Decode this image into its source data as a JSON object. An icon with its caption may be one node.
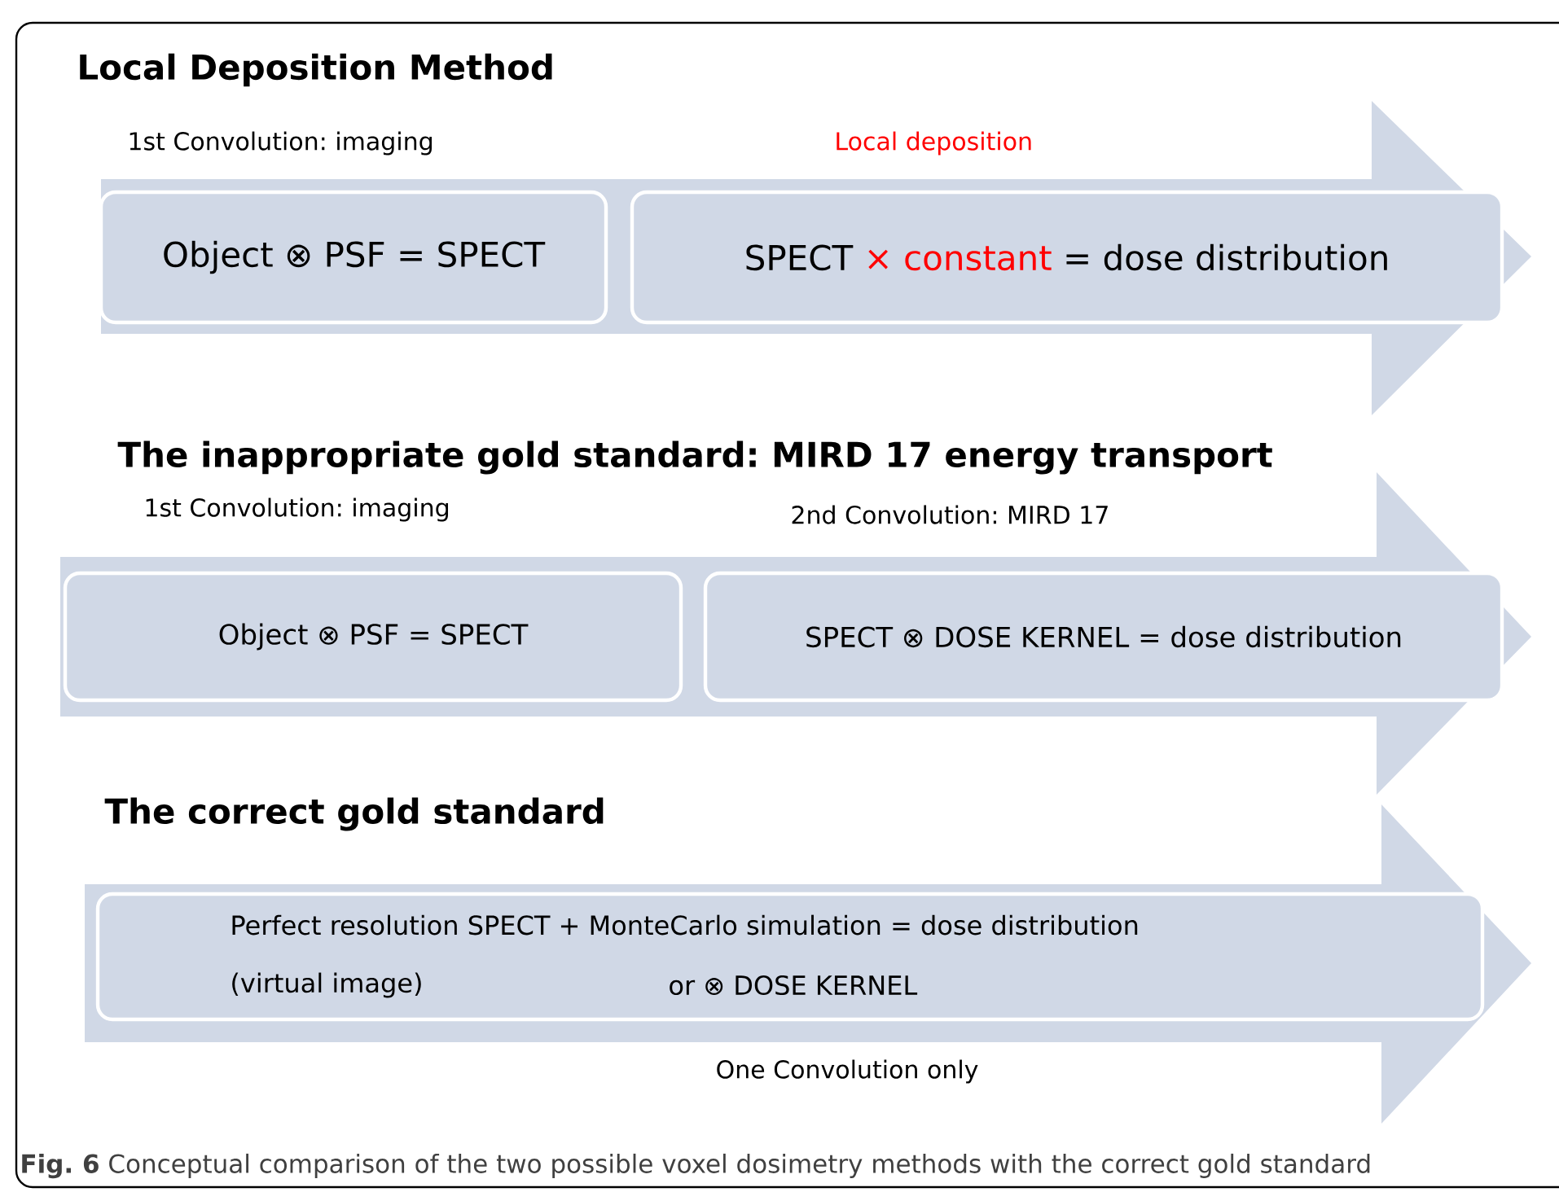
{
  "diagram": {
    "caption": "**Fig. 6** Conceptual comparison of the two possible voxel dosimetry methods with the correct gold standard",
    "nodes": [
      {
        "text": [
          "Local Deposition Method"
        ]
      },
      {
        "text": [
          "Object ⊗ PSF = SPECT"
        ],
        "in": 0,
        "beside": [
          "1st Convolution: imaging"
        ]
      },
      {
        "text": [
          "SPECT",
          "× constant",
          "= dose distribution"
        ],
        "in": 0,
        "beside": [
          "Local deposition"
        ]
      },
      {
        "text": [
          "The inappropriate gold standard: MIRD 17 energy transport"
        ]
      },
      {
        "text": [
          "Object ⊗ PSF = SPECT"
        ],
        "in": 3,
        "beside": [
          "1st Convolution: imaging"
        ]
      },
      {
        "text": [
          "SPECT ⊗ DOSE KERNEL = dose distribution"
        ],
        "in": 3,
        "beside": [
          "2nd Convolution: MIRD 17"
        ]
      },
      {
        "text": [
          "The correct gold standard"
        ],
        "beside": [
          "One Convolution only"
        ]
      },
      {
        "text": [
          "Perfect resolution SPECT + MonteCarlo simulation = dose distribution",
          "(virtual image)",
          "or ⊗ DOSE KERNEL"
        ],
        "in": 6
      }
    ]
  }
}
